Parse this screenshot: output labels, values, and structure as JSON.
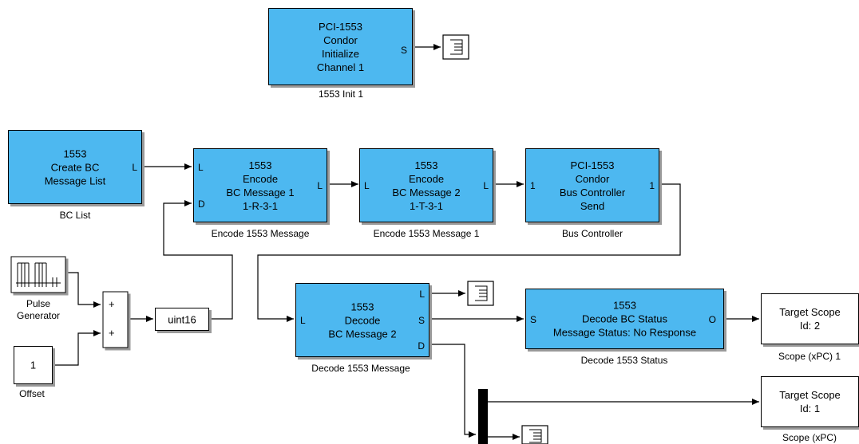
{
  "colors": {
    "block_fill": "#4db8f0",
    "white_fill": "#ffffff",
    "line": "#000000",
    "shadow": "#9a9a9a"
  },
  "blocks": {
    "init": {
      "text": "PCI-1553\nCondor\nInitialize\nChannel 1",
      "caption": "1553 Init 1",
      "ports": [
        "S"
      ]
    },
    "bclist": {
      "text": "1553\nCreate BC\nMessage List",
      "caption": "BC List",
      "ports": [
        "L"
      ]
    },
    "encode1": {
      "text": "1553\nEncode\nBC Message 1\n1-R-3-1",
      "caption": "Encode 1553 Message",
      "ports": [
        "L",
        "D",
        "L"
      ]
    },
    "encode2": {
      "text": "1553\nEncode\nBC Message 2\n1-T-3-1",
      "caption": "Encode 1553 Message 1",
      "ports": [
        "L",
        "L"
      ]
    },
    "buscontrol": {
      "text": "PCI-1553\nCondor\nBus Controller\nSend",
      "caption": "Bus Controller",
      "ports": [
        "1",
        "1"
      ]
    },
    "decode": {
      "text": "1553\nDecode\nBC Message 2",
      "caption": "Decode 1553 Message",
      "ports": [
        "L",
        "L",
        "S",
        "D"
      ]
    },
    "decstatus": {
      "text": "1553\nDecode BC Status\nMessage Status: No Response",
      "caption": "Decode 1553 Status",
      "ports": [
        "S",
        "O"
      ]
    },
    "scope2": {
      "text": "Target Scope\nId: 2",
      "caption": "Scope (xPC) 1"
    },
    "scope1": {
      "text": "Target Scope\nId: 1",
      "caption": "Scope (xPC)"
    },
    "pulse": {
      "caption_line1": "Pulse",
      "caption_line2": "Generator"
    },
    "offset": {
      "text": "1",
      "caption": "Offset"
    },
    "sum": {
      "signs": [
        "+",
        "+"
      ]
    },
    "convert": {
      "text": "uint16"
    }
  }
}
